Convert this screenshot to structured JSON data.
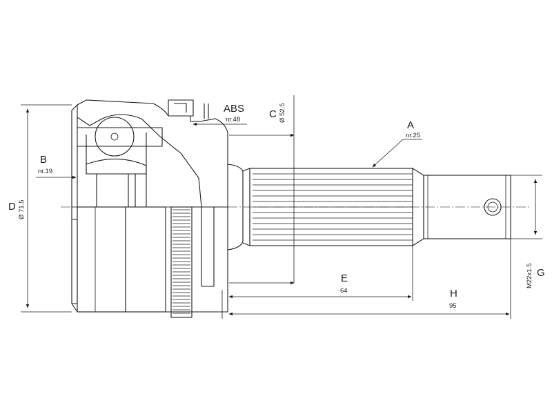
{
  "labels": {
    "abs": {
      "letter": "ABS",
      "note": "nr.48"
    },
    "a": {
      "letter": "A",
      "note": "nr.25"
    },
    "b": {
      "letter": "B",
      "note": "nr.19"
    },
    "c": {
      "letter": "C",
      "note": "Ø 52.5"
    },
    "d": {
      "letter": "D",
      "note": "Ø 71.5"
    },
    "e": {
      "letter": "E",
      "note": "64"
    },
    "h": {
      "letter": "H",
      "note": "95"
    },
    "g": {
      "letter": "G",
      "note": "M22x1.5"
    }
  },
  "colors": {
    "line": "#1a1a1a",
    "background": "#ffffff"
  }
}
